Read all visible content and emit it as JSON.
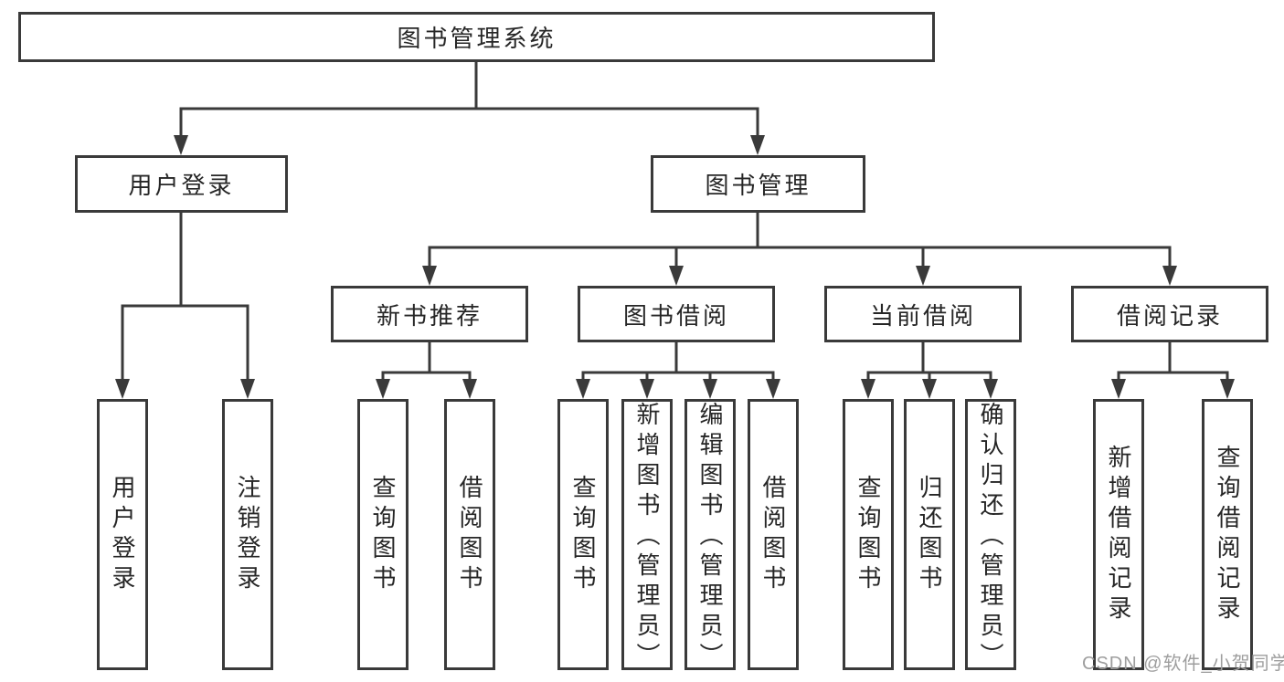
{
  "diagram": {
    "root": {
      "label": "图书管理系统"
    },
    "level2": {
      "user_login": {
        "label": "用户登录",
        "children": [
          {
            "label": "用户登录"
          },
          {
            "label": "注销登录"
          }
        ]
      },
      "book_mgmt": {
        "label": "图书管理",
        "sections": [
          {
            "label": "新书推荐",
            "children": [
              {
                "label": "查询图书"
              },
              {
                "label": "借阅图书"
              }
            ]
          },
          {
            "label": "图书借阅",
            "children": [
              {
                "label": "查询图书"
              },
              {
                "label": "新增图书（管理员）"
              },
              {
                "label": "编辑图书（管理员）"
              },
              {
                "label": "借阅图书"
              }
            ]
          },
          {
            "label": "当前借阅",
            "children": [
              {
                "label": "查询图书"
              },
              {
                "label": "归还图书"
              },
              {
                "label": "确认归还（管理员）"
              }
            ]
          },
          {
            "label": "借阅记录",
            "children": [
              {
                "label": "新增借阅记录"
              },
              {
                "label": "查询借阅记录"
              }
            ]
          }
        ]
      }
    },
    "watermark": "CSDN @软件_小贺同学",
    "colors": {
      "line": "#3a3a3a",
      "text": "#262626",
      "watermark": "#9e9e9e",
      "background": "#ffffff"
    }
  }
}
